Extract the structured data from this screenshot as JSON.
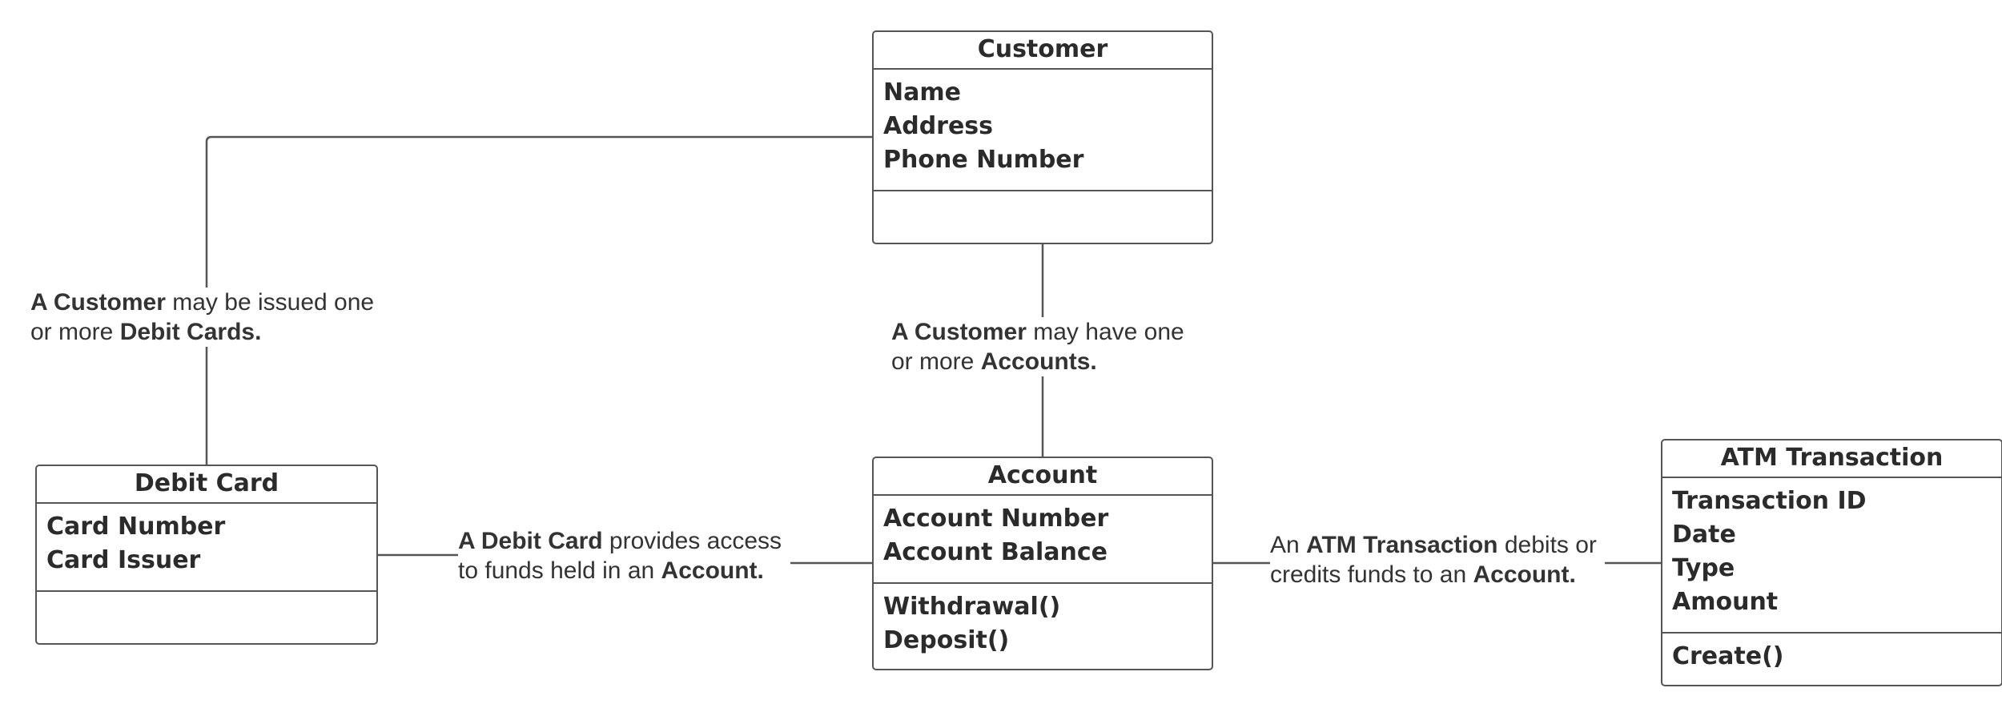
{
  "classes": {
    "customer": {
      "name": "Customer",
      "attributes": [
        "Name",
        "Address",
        "Phone Number"
      ],
      "operations": []
    },
    "debit_card": {
      "name": "Debit Card",
      "attributes": [
        "Card Number",
        "Card Issuer"
      ],
      "operations": []
    },
    "account": {
      "name": "Account",
      "attributes": [
        "Account Number",
        "Account Balance"
      ],
      "operations": [
        "Withdrawal()",
        "Deposit()"
      ]
    },
    "atm_transaction": {
      "name": "ATM Transaction",
      "attributes": [
        "Transaction ID",
        "Date",
        "Type",
        "Amount"
      ],
      "operations": [
        "Create()"
      ]
    }
  },
  "associations": {
    "customer_debitcard": {
      "line1_bold": "A Customer",
      "line1_rest": " may be issued one",
      "line2_plain": "or more ",
      "line2_bold": "Debit Cards."
    },
    "customer_account": {
      "line1_bold": "A Customer",
      "line1_rest": " may have one",
      "line2_plain": "or more ",
      "line2_bold": "Accounts."
    },
    "debitcard_account": {
      "line1_bold": "A Debit Card",
      "line1_rest": " provides access",
      "line2_plain": "to funds held in an ",
      "line2_bold": "Account."
    },
    "atm_account": {
      "line1_plain": "An ",
      "line1_bold": "ATM Transaction",
      "line1_rest": " debits or",
      "line2_plain": "credits funds to an ",
      "line2_bold": "Account."
    }
  }
}
